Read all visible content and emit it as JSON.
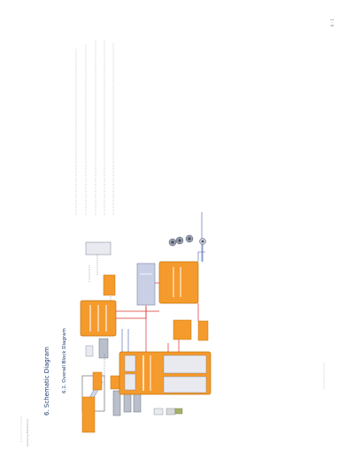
{
  "document": {
    "page_marker": "6 - 1",
    "section_title": "6.   Schematic Diagram",
    "subsection_title": "6.1.  Overall Block Diagram",
    "footer_text": "Samsung Electronics"
  },
  "colors": {
    "block_orange": "#f59a2c",
    "block_orange_dark": "#d97a12",
    "block_gray": "#b9bfcb",
    "block_light": "#e8eaf0",
    "signal_red": "#d9302c",
    "signal_blue": "#3f5db0",
    "text_dark": "#333333"
  },
  "icons": [
    "speaker-icon",
    "speaker-icon",
    "speaker-icon",
    "speaker-icon",
    "headphone-jack-icon",
    "remote-control-icon",
    "disc-tray-icon",
    "usb-icon"
  ]
}
